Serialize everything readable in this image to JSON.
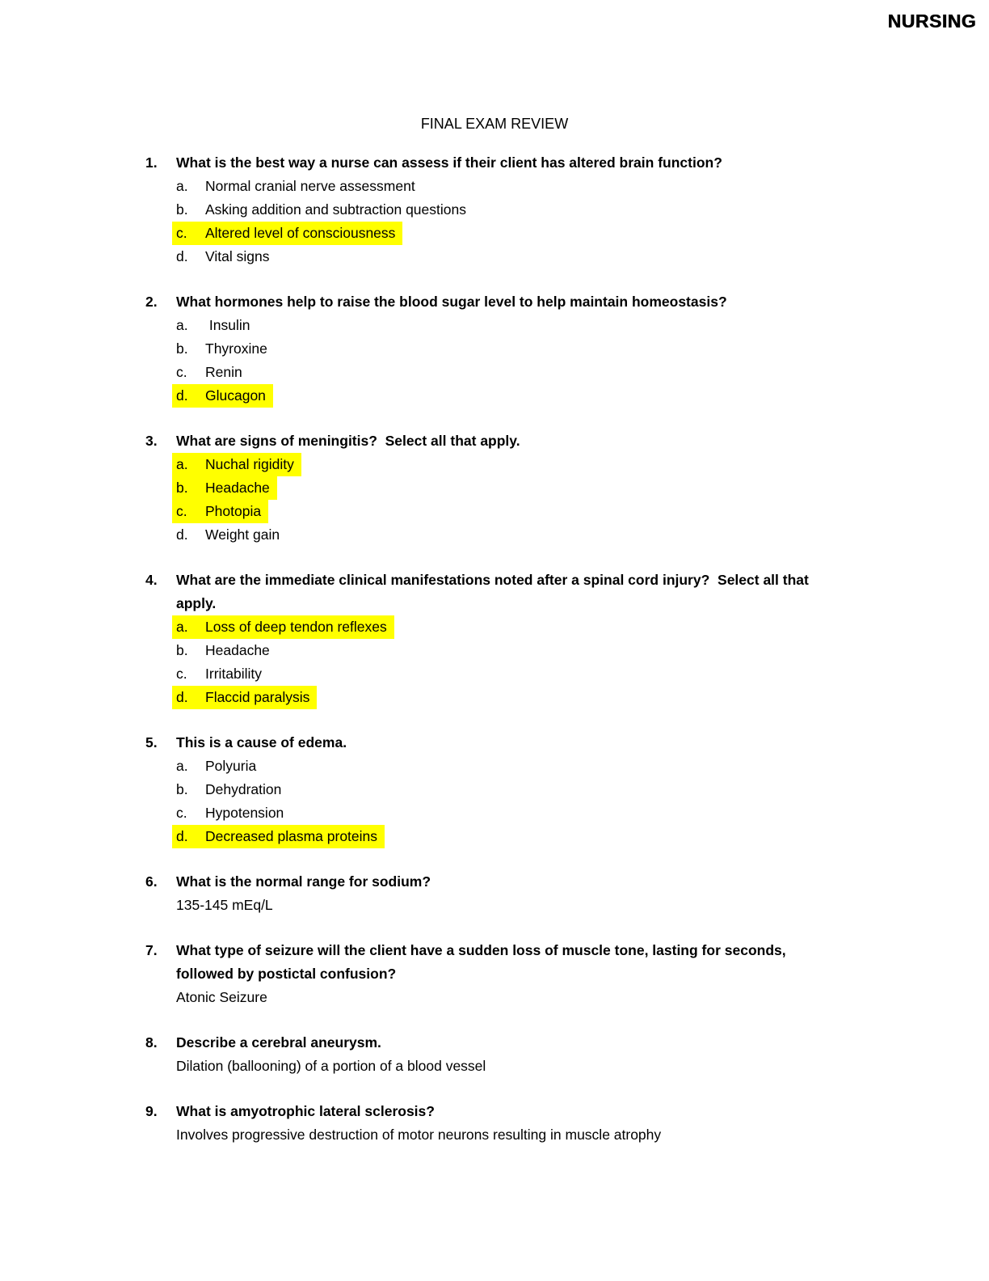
{
  "header": {
    "watermark": "NURSING"
  },
  "title": "FINAL EXAM REVIEW",
  "colors": {
    "highlight": "#ffff00",
    "text": "#000000",
    "background": "#ffffff"
  },
  "questions": [
    {
      "number": "1.",
      "text": "What is the best way a nurse can assess if their client has altered brain function?",
      "options": [
        {
          "letter": "a.",
          "text": "Normal cranial nerve assessment",
          "highlighted": false
        },
        {
          "letter": "b.",
          "text": "Asking addition and subtraction questions",
          "highlighted": false
        },
        {
          "letter": "c.",
          "text": "Altered level of consciousness",
          "highlighted": true
        },
        {
          "letter": "d.",
          "text": "Vital signs",
          "highlighted": false
        }
      ]
    },
    {
      "number": "2.",
      "text": "What hormones help to raise the blood sugar level to help maintain homeostasis?",
      "options": [
        {
          "letter": "a.",
          "text": " Insulin",
          "highlighted": false
        },
        {
          "letter": "b.",
          "text": "Thyroxine",
          "highlighted": false
        },
        {
          "letter": "c.",
          "text": "Renin",
          "highlighted": false
        },
        {
          "letter": "d.",
          "text": "Glucagon",
          "highlighted": true
        }
      ]
    },
    {
      "number": "3.",
      "text": "What are signs of meningitis?  Select all that apply.",
      "options": [
        {
          "letter": "a.",
          "text": "Nuchal rigidity",
          "highlighted": true
        },
        {
          "letter": "b.",
          "text": "Headache",
          "highlighted": true
        },
        {
          "letter": "c.",
          "text": "Photopia",
          "highlighted": true
        },
        {
          "letter": "d.",
          "text": "Weight gain",
          "highlighted": false
        }
      ]
    },
    {
      "number": "4.",
      "text": "What are the immediate clinical manifestations noted after a spinal cord injury?  Select all that\napply.",
      "options": [
        {
          "letter": "a.",
          "text": "Loss of deep tendon reflexes",
          "highlighted": true
        },
        {
          "letter": "b.",
          "text": "Headache",
          "highlighted": false
        },
        {
          "letter": "c.",
          "text": "Irritability",
          "highlighted": false
        },
        {
          "letter": "d.",
          "text": "Flaccid paralysis",
          "highlighted": true
        }
      ]
    },
    {
      "number": "5.",
      "text": "This is a cause of edema.",
      "options": [
        {
          "letter": "a.",
          "text": "Polyuria",
          "highlighted": false
        },
        {
          "letter": "b.",
          "text": "Dehydration",
          "highlighted": false
        },
        {
          "letter": "c.",
          "text": "Hypotension",
          "highlighted": false
        },
        {
          "letter": "d.",
          "text": "Decreased plasma proteins",
          "highlighted": true
        }
      ]
    },
    {
      "number": "6.",
      "text": "What is the normal range for sodium?",
      "answer": "135-145 mEq/L"
    },
    {
      "number": "7.",
      "text": "What type of seizure will the client have a sudden loss of muscle tone, lasting for seconds,\nfollowed by postictal confusion?",
      "answer": "Atonic Seizure"
    },
    {
      "number": "8.",
      "text": "Describe a cerebral aneurysm.",
      "answer": "Dilation (ballooning) of a portion of a blood vessel"
    },
    {
      "number": "9.",
      "text": "What is amyotrophic lateral sclerosis?",
      "answer": "Involves progressive destruction of motor neurons resulting in muscle atrophy"
    }
  ]
}
